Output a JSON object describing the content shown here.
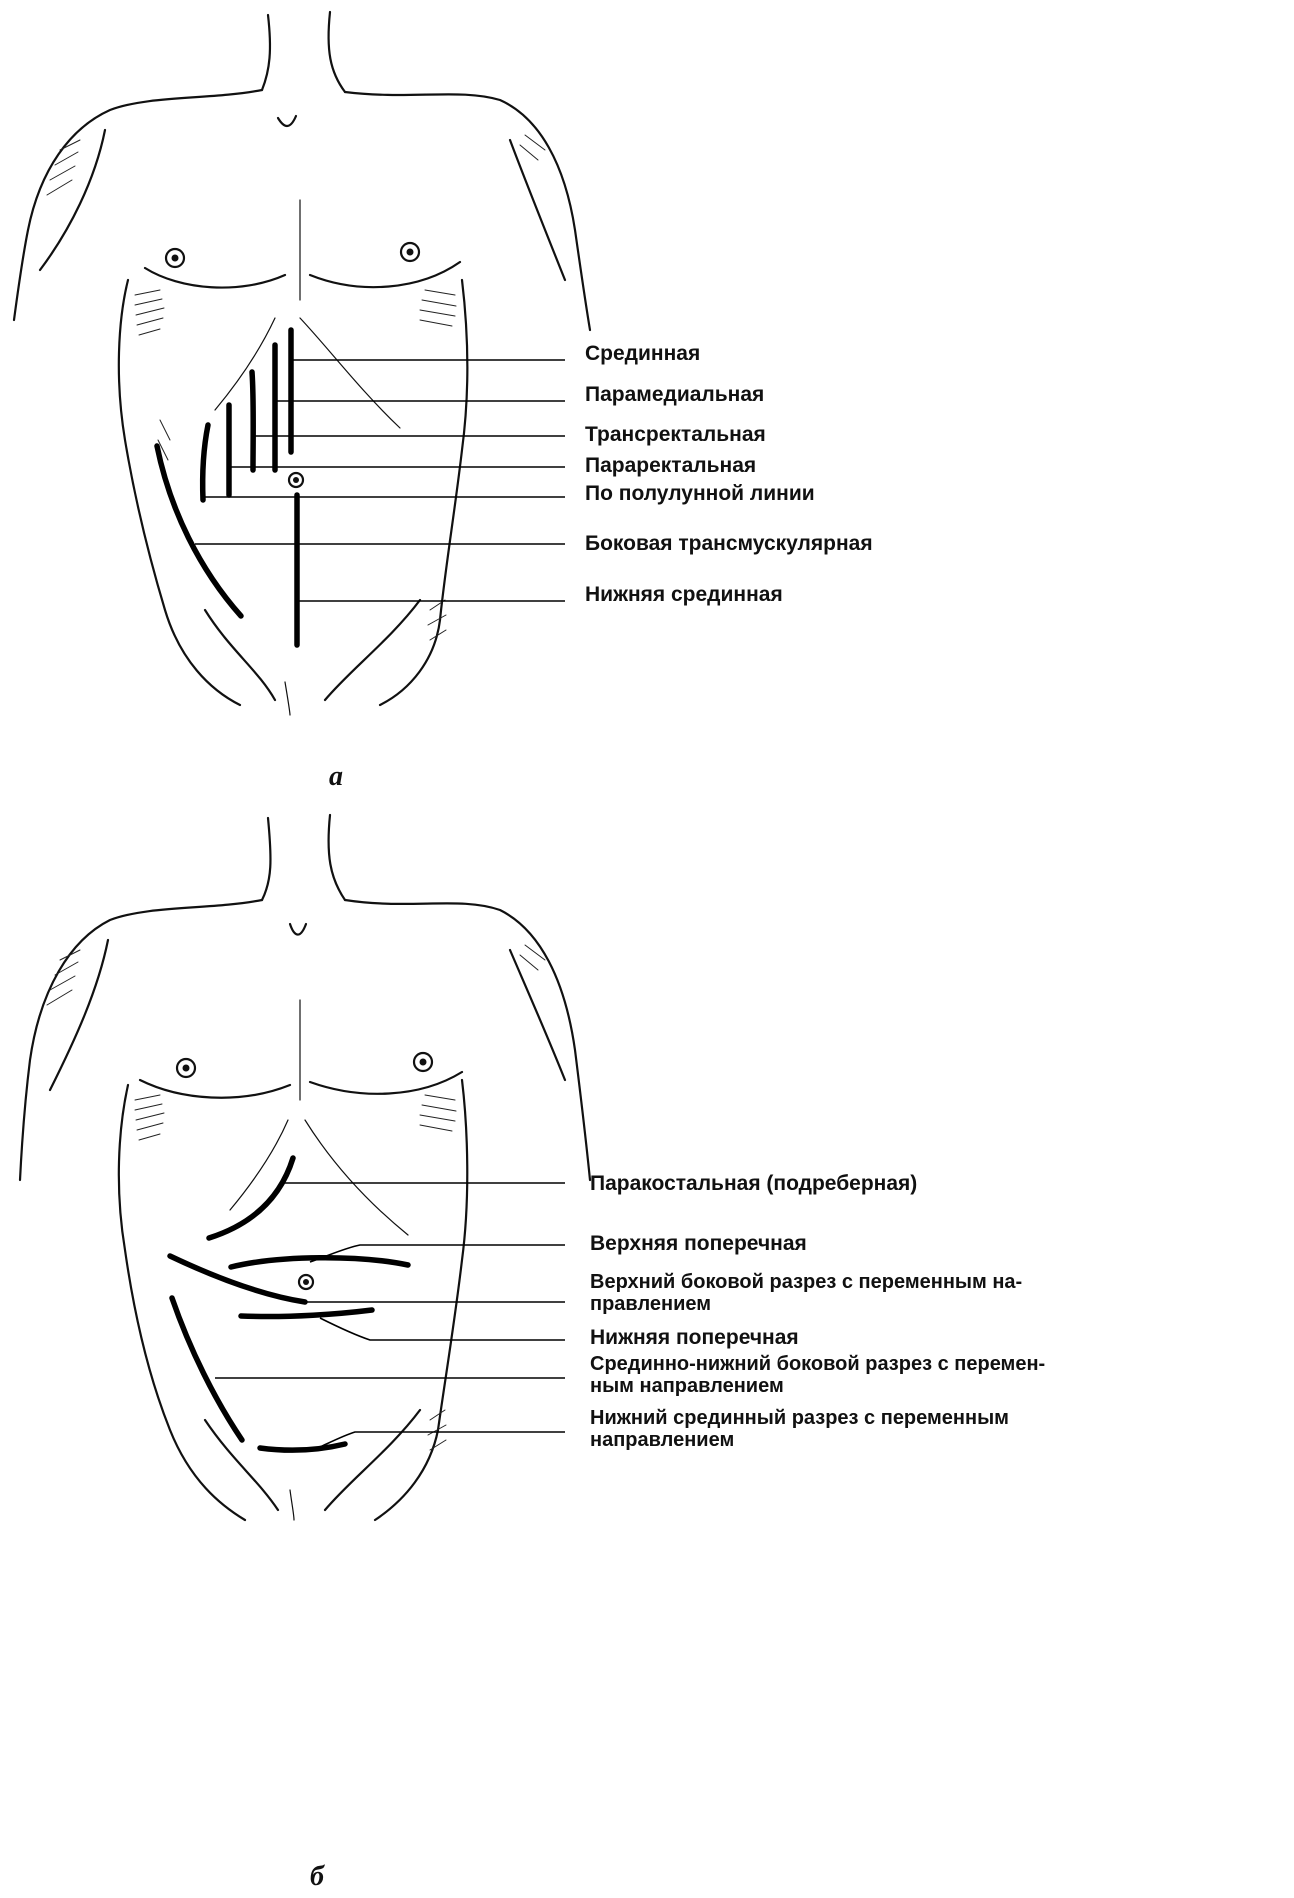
{
  "panels": [
    {
      "caption": "а",
      "labels": [
        "Срединная",
        "Парамедиальная",
        "Трансректальная",
        "Параректальная",
        "По полулунной линии",
        "Боковая трансмускулярная",
        "Нижняя срединная"
      ]
    },
    {
      "caption": "б",
      "labels": [
        "Паракостальная (подреберная)",
        "Верхняя поперечная",
        "Верхний боковой разрез с переменным на-",
        "правлением",
        "Нижняя поперечная",
        "Срединно-нижний боковой разрез с перемен-",
        "ным направлением",
        "Нижний срединный разрез с переменным",
        "направлением"
      ]
    }
  ]
}
